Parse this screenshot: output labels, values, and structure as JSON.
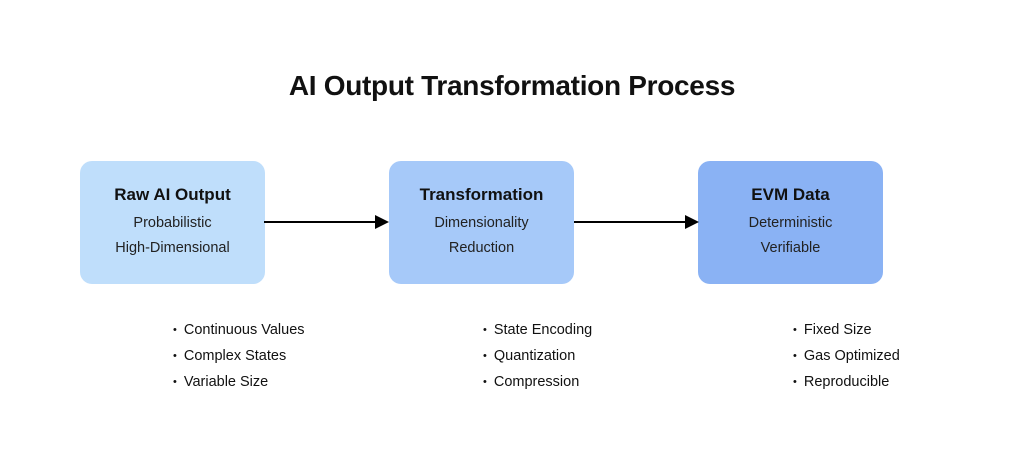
{
  "title": "AI Output Transformation Process",
  "stages": [
    {
      "heading": "Raw AI Output",
      "lines": [
        "Probabilistic",
        "High-Dimensional"
      ],
      "bullets": [
        "Continuous Values",
        "Complex States",
        "Variable Size"
      ],
      "color": "#bfdefb"
    },
    {
      "heading": "Transformation",
      "lines": [
        "Dimensionality",
        "Reduction"
      ],
      "bullets": [
        "State Encoding",
        "Quantization",
        "Compression"
      ],
      "color": "#a6c9f9"
    },
    {
      "heading": "EVM Data",
      "lines": [
        "Deterministic",
        "Verifiable"
      ],
      "bullets": [
        "Fixed Size",
        "Gas Optimized",
        "Reproducible"
      ],
      "color": "#8ab2f4"
    }
  ]
}
